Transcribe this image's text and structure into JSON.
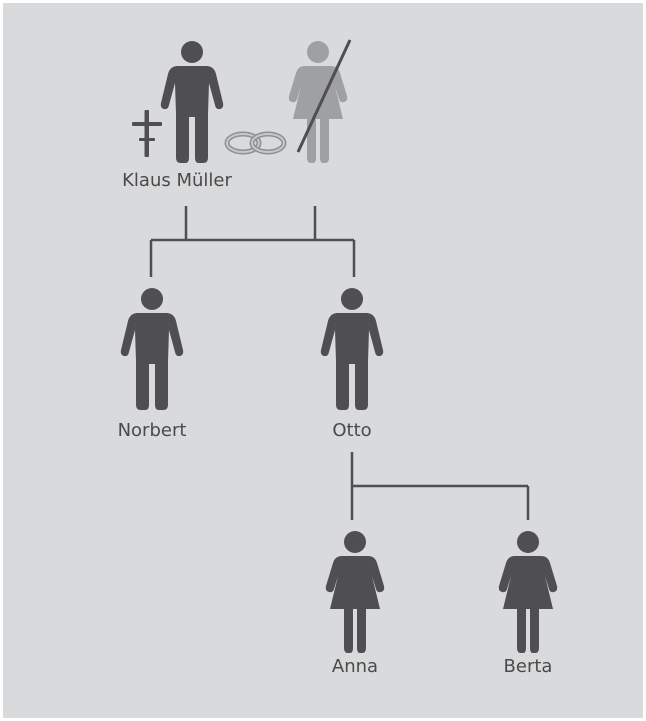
{
  "colors": {
    "background": "#d9dadb",
    "figure_living": "#4f4e50",
    "figure_deceased": "#9fa0a2",
    "line": "#4f4e50"
  },
  "people": {
    "klaus": {
      "name": "Klaus Müller",
      "gender": "male",
      "status": "deceased",
      "marker": "cross-icon"
    },
    "spouse": {
      "gender": "female",
      "status": "crossed-out"
    },
    "norbert": {
      "name": "Norbert",
      "gender": "male"
    },
    "otto": {
      "name": "Otto",
      "gender": "male"
    },
    "anna": {
      "name": "Anna",
      "gender": "female"
    },
    "berta": {
      "name": "Berta",
      "gender": "female"
    }
  },
  "relations": {
    "marriage": "wedding-rings-icon"
  }
}
